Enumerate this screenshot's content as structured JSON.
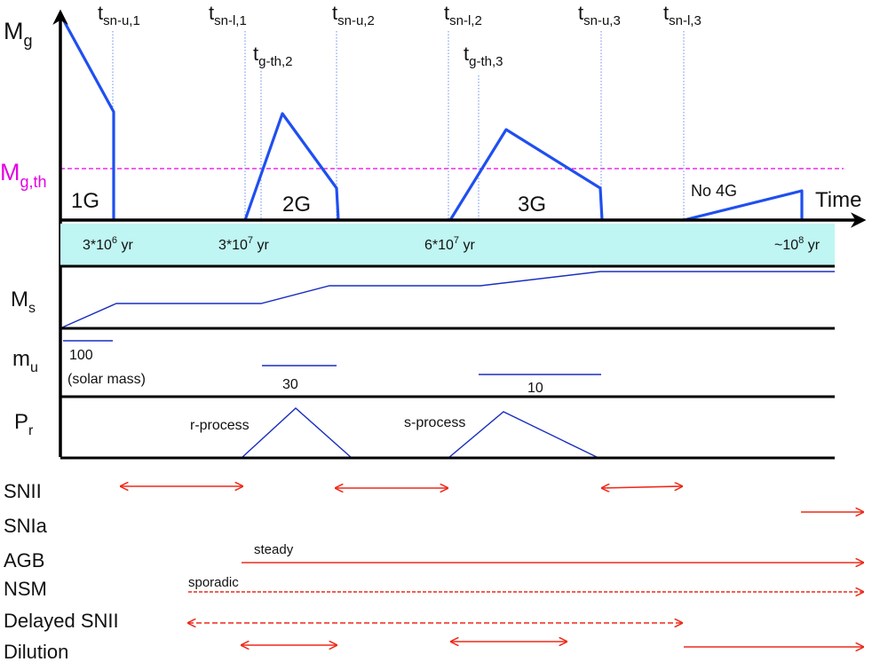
{
  "axes": {
    "mg_label": {
      "main": "M",
      "sub": "g"
    },
    "time_label": "Time"
  },
  "threshold": {
    "main": "M",
    "sub": "g,th",
    "color": "#e600e6"
  },
  "top_markers": [
    {
      "main": "t",
      "sub": "sn-u,1"
    },
    {
      "main": "t",
      "sub": "sn-l,1"
    },
    {
      "main": "t",
      "sub": "g-th,2"
    },
    {
      "main": "t",
      "sub": "sn-u,2"
    },
    {
      "main": "t",
      "sub": "sn-l,2"
    },
    {
      "main": "t",
      "sub": "g-th,3"
    },
    {
      "main": "t",
      "sub": "sn-u,3"
    },
    {
      "main": "t",
      "sub": "sn-l,3"
    }
  ],
  "generations": [
    "1G",
    "2G",
    "3G",
    "No 4G"
  ],
  "timeline": [
    {
      "pre": "3*10",
      "sup": "6",
      "post": " yr"
    },
    {
      "pre": "3*10",
      "sup": "7",
      "post": " yr"
    },
    {
      "pre": "6*10",
      "sup": "7",
      "post": " yr"
    },
    {
      "pre": "~10",
      "sup": "8",
      "post": " yr"
    }
  ],
  "timeline_color": "#bff5f2",
  "ms": {
    "main": "M",
    "sub": "s"
  },
  "mu": {
    "main": "m",
    "sub": "u",
    "values": [
      "100",
      "(solar mass)",
      "30",
      "10"
    ]
  },
  "pr": {
    "main": "P",
    "sub": "r",
    "labels": [
      "r-process",
      "s-process"
    ]
  },
  "rows": {
    "labels": [
      "SNII",
      "SNIa",
      "AGB",
      "NSM",
      "Delayed SNII",
      "Dilution"
    ],
    "annotations": [
      "steady",
      "sporadic"
    ]
  },
  "colors": {
    "curve": "#1f4ff0",
    "thin_curve": "#1a2fc0",
    "dotted": "#6a8ef0",
    "arrow": "#ee2a1a"
  }
}
